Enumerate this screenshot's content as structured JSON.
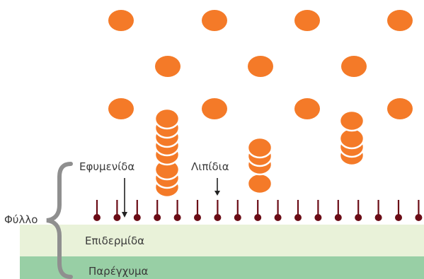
{
  "labels": {
    "leaf": "Φύλλο",
    "epidermis": "Επιδερμίδα",
    "parenchyma": "Παρέγχυμα",
    "ephemenida": "Εφυμενίδα",
    "lipids": "Λιπίδια"
  },
  "colors": {
    "droplet": "#f47a28",
    "epidermis_layer": "#e9f2d9",
    "parenchyma_layer": "#98cfa5",
    "lipid_molecule": "#6b0c16",
    "brace": "#8f8f8f",
    "arrow": "#222222",
    "text": "#3a3a3a"
  }
}
